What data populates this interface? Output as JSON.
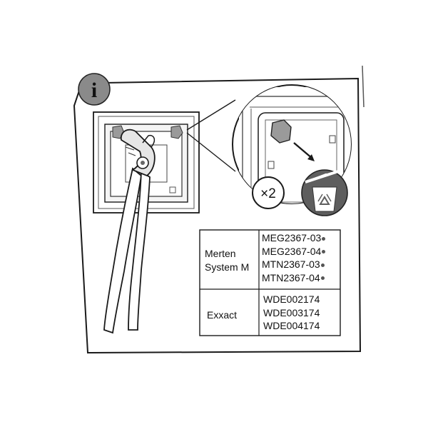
{
  "info_icon": {
    "label": "i"
  },
  "callout": {
    "quantity_label": "×2"
  },
  "icons": {
    "badge": "info-icon",
    "trash": "recycle-bin-icon",
    "tool": "pliers-icon"
  },
  "table": {
    "rows": [
      {
        "brand": [
          "Merten",
          "System M"
        ],
        "codes": [
          "MEG2367-03",
          "MEG2367-04",
          "MTN2367-03",
          "MTN2367-04"
        ],
        "dotted": true
      },
      {
        "brand": [
          "Exxact"
        ],
        "codes": [
          "WDE002174",
          "WDE003174",
          "WDE004174"
        ],
        "dotted": false
      }
    ]
  },
  "colors": {
    "line": "#1a1a1a",
    "shade": "#8f8f8f",
    "light_shade": "#c8c8c8"
  }
}
